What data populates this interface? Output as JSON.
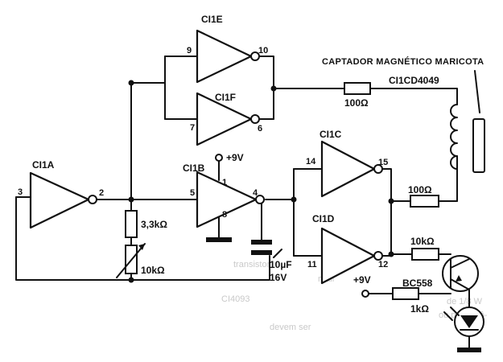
{
  "title": "CAPTADOR MAGNÉTICO MARICOTA",
  "ic_label": "CI1CD4049",
  "gates": {
    "a": {
      "name": "CI1A",
      "in": "3",
      "out": "2"
    },
    "b": {
      "name": "CI1B",
      "in": "5",
      "out": "4",
      "vdd": "1",
      "gnd": "8"
    },
    "c": {
      "name": "CI1C",
      "in": "14",
      "out": "15"
    },
    "d": {
      "name": "CI1D",
      "in": "11",
      "out": "12"
    },
    "e": {
      "name": "CI1E",
      "in": "9",
      "out": "10"
    },
    "f": {
      "name": "CI1F",
      "in": "7",
      "out": "6"
    }
  },
  "components": {
    "r_top": "100Ω",
    "r_mid": "100Ω",
    "r_bias": "3,3kΩ",
    "pot": "10kΩ",
    "cap": "10µF",
    "cap_v": "16V",
    "r_base": "10kΩ",
    "r_led": "1kΩ",
    "transistor": "BC558"
  },
  "supply": {
    "b": "+9V",
    "led": "+9V"
  },
  "background_text": [
    "transistor",
    "mail",
    "CI4093",
    "de 1/8 W",
    "ou potenciô-",
    "devem ser"
  ]
}
